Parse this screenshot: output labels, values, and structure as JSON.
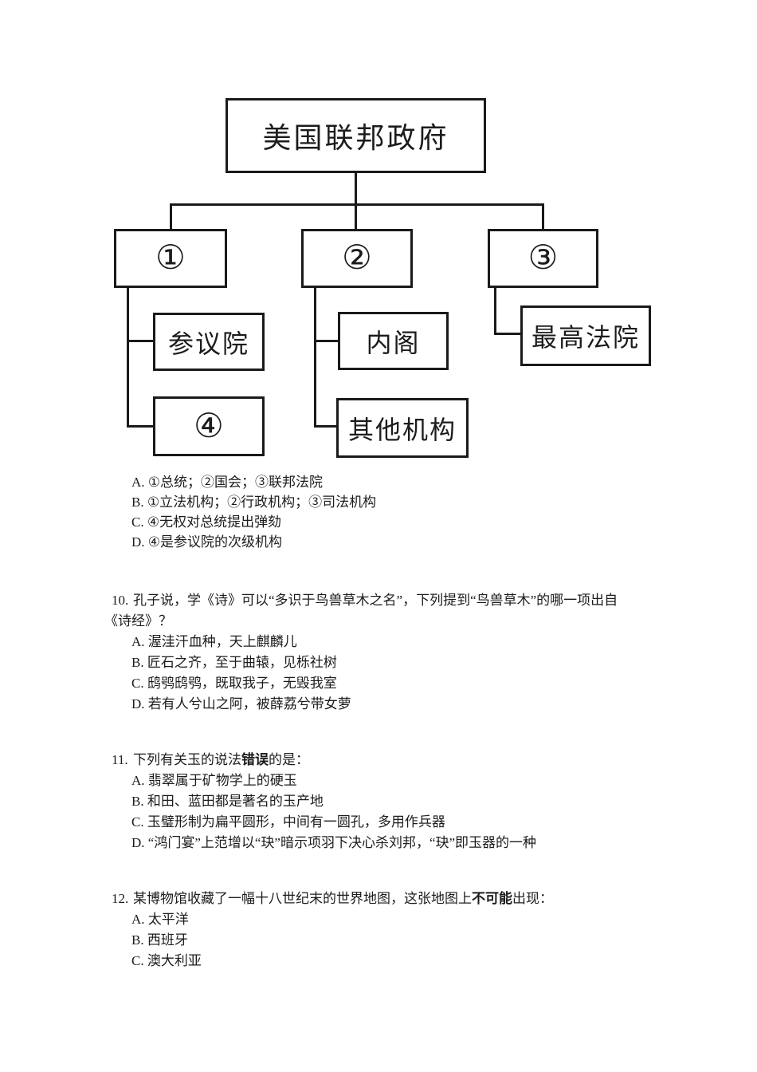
{
  "colors": {
    "ink": "#1a1a1a",
    "background": "#ffffff"
  },
  "diagram": {
    "root_label": "美国联邦政府",
    "branch_1_label": "①",
    "branch_2_label": "②",
    "branch_3_label": "③",
    "senate_label": "参议院",
    "box_4_label": "④",
    "cabinet_label": "内阁",
    "other_agencies_label": "其他机构",
    "supreme_court_label": "最高法院"
  },
  "question_9_options": [
    "A. ①总统；②国会；③联邦法院",
    "B. ①立法机构；②行政机构；③司法机构",
    "C. ④无权对总统提出弹劾",
    "D. ④是参议院的次级机构"
  ],
  "question_10": {
    "number": "10.",
    "stem_line_1": "孔子说，学《诗》可以“多识于鸟兽草木之名”，下列提到“鸟兽草木”的哪一项出自",
    "stem_line_2": "《诗经》？",
    "options": [
      "A. 渥洼汗血种，天上麒麟儿",
      "B. 匠石之齐，至于曲辕，见栎社树",
      "C. 鸱鸮鸱鸮，既取我子，无毁我室",
      "D. 若有人兮山之阿，被薛荔兮带女萝"
    ]
  },
  "question_11": {
    "number": "11.",
    "stem_pre": "下列有关玉的说法",
    "stem_bold": "错误",
    "stem_post": "的是：",
    "options": [
      "A. 翡翠属于矿物学上的硬玉",
      "B. 和田、蓝田都是著名的玉产地",
      "C. 玉璧形制为扁平圆形，中间有一圆孔，多用作兵器",
      "D. “鸿门宴”上范增以“玦”暗示项羽下决心杀刘邦，“玦”即玉器的一种"
    ]
  },
  "question_12": {
    "number": "12.",
    "stem_pre": "某博物馆收藏了一幅十八世纪末的世界地图，这张地图上",
    "stem_bold": "不可能",
    "stem_post": "出现：",
    "options": [
      "A. 太平洋",
      "B. 西班牙",
      "C. 澳大利亚"
    ]
  }
}
